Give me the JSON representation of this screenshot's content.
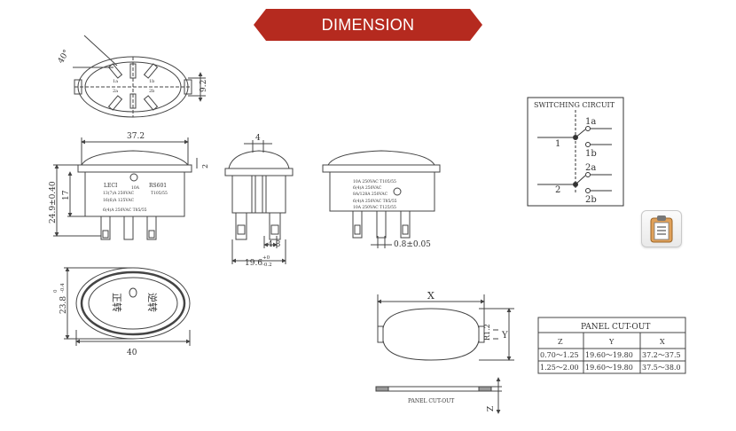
{
  "banner": {
    "title": "DIMENSION",
    "color": "#b52a1f"
  },
  "top_view": {
    "angle": "40°",
    "height_dim": "9.2",
    "terminals": [
      "1a",
      "1b",
      "2a",
      "2b"
    ]
  },
  "front_view": {
    "width_dim": "37.2",
    "cap_dim": "2",
    "height_dim": "24.9±0.40",
    "body_dim": "17",
    "label_lines": [
      "LECI",
      "RS601",
      "13(7)A 250VAC",
      "10A",
      "T105/55",
      "16(6)A 125VAC",
      "6(4)A 250VAC T85/55"
    ]
  },
  "side_view": {
    "top_dim": "4",
    "pin_dim": "4.8",
    "depth_dim": "19.6",
    "tol_top": "+0",
    "tol_bottom": "-0.2"
  },
  "back_view": {
    "pin_dim": "0.8±0.05",
    "label_lines": [
      "10A 250VAC T105/55",
      "6(4)A 250VAC",
      "8A/128A 250VAC",
      "6(4)A 250VAC T85/55",
      "10A 250VAC T125/55"
    ]
  },
  "bottom_view": {
    "width_dim": "40",
    "height_dim": "23.8",
    "tol_top": "0",
    "tol_bottom": "-0.4",
    "text_left": "正转",
    "text_right": "逆转"
  },
  "switching_circuit": {
    "title": "SWITCHING CIRCUIT",
    "labels": [
      "1a",
      "1",
      "1b",
      "2a",
      "2",
      "2b"
    ]
  },
  "cutout_view": {
    "x_label": "X",
    "y_label": "Y",
    "r_label": "R1.2",
    "z_label": "Z",
    "panel_label": "PANEL CUT-OUT"
  },
  "panel_table": {
    "title": "PANEL CUT-OUT",
    "headers": [
      "Z",
      "Y",
      "X"
    ],
    "rows": [
      [
        "0.70～1.25",
        "19.60～19.80",
        "37.2～37.5"
      ],
      [
        "1.25～2.00",
        "19.60～19.80",
        "37.5～38.0"
      ]
    ]
  },
  "clipboard_button": {
    "icon": "clipboard-icon"
  }
}
